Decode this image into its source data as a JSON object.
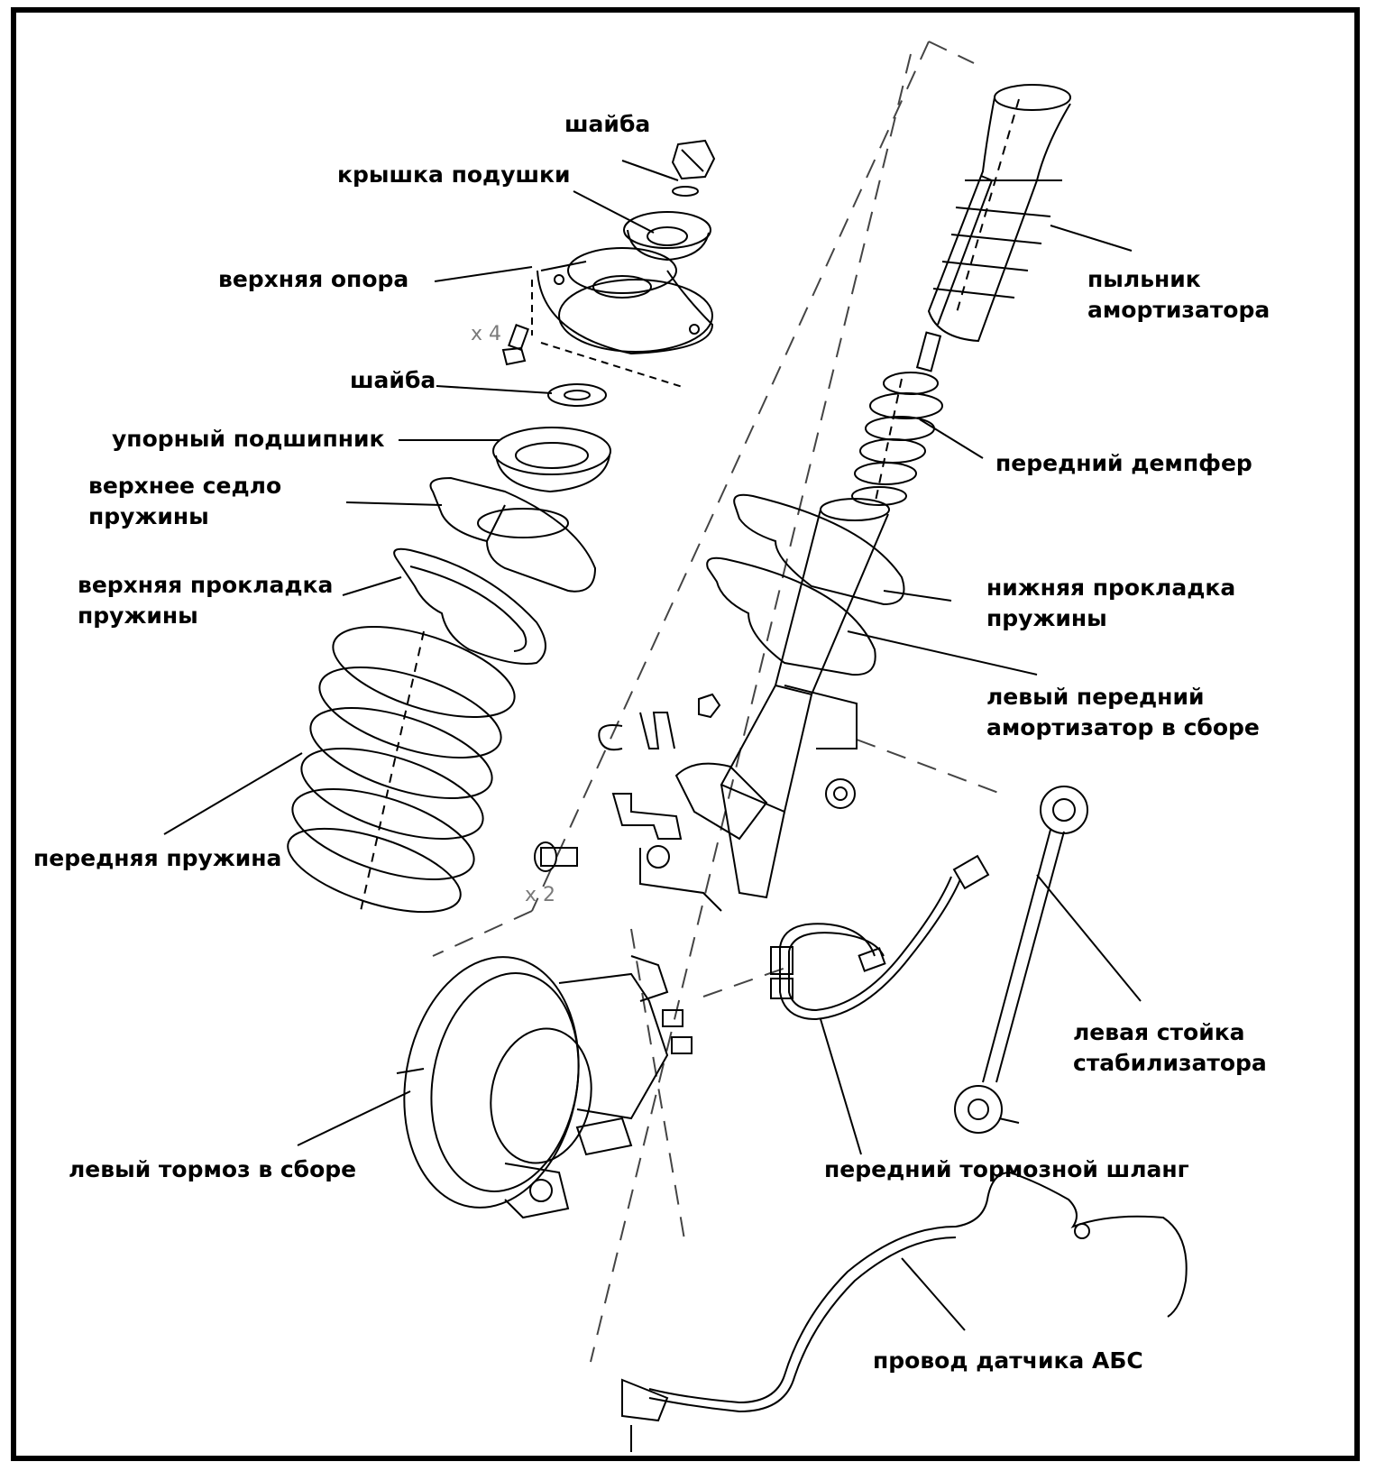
{
  "labels": {
    "washer_top": "шайба",
    "cushion_cover": "крышка подушки",
    "upper_mount": "верхняя опора",
    "washer_mid": "шайба",
    "thrust_bearing": "упорный подшипник",
    "upper_seat_1": "верхнее седло",
    "upper_seat_2": "пружины",
    "upper_pad_1": "верхняя прокладка",
    "upper_pad_2": "пружины",
    "front_spring": "передняя пружина",
    "left_brake": "левый тормоз в сборе",
    "boot_1": "пыльник",
    "boot_2": "амортизатора",
    "bump_stop": "передний демпфер",
    "lower_pad_1": "нижняя прокладка",
    "lower_pad_2": "пружины",
    "left_strut_1": "левый передний",
    "left_strut_2": "амортизатор в сборе",
    "stab_link_1": "левая стойка",
    "stab_link_2": "стабилизатора",
    "brake_hose": "передний тормозной шланг",
    "abs_wire": "провод датчика АБС"
  },
  "quantities": {
    "bolts_mount": "x 4",
    "bolts_knuckle": "x 2"
  },
  "colors": {
    "ink": "#000000",
    "dash": "#555555",
    "qty": "#7a7a7a"
  }
}
